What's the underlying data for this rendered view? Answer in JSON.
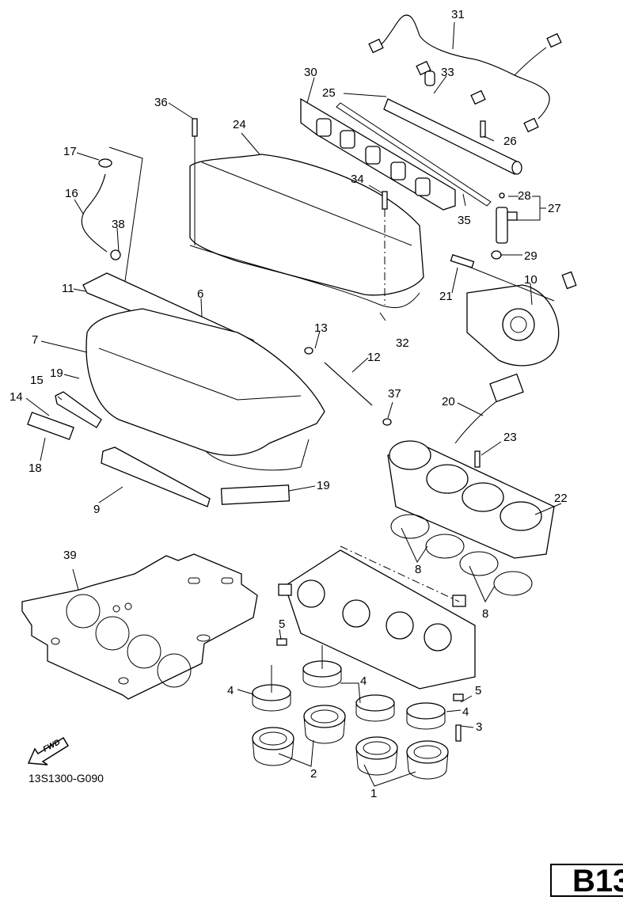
{
  "diagram": {
    "title_code": "13S1300-G090",
    "page_label": "B13",
    "direction_label": "FWD",
    "part_labels": [
      {
        "id": "1",
        "text": "1"
      },
      {
        "id": "2",
        "text": "2"
      },
      {
        "id": "3",
        "text": "3"
      },
      {
        "id": "4a",
        "text": "4"
      },
      {
        "id": "4b",
        "text": "4"
      },
      {
        "id": "4c",
        "text": "4"
      },
      {
        "id": "5a",
        "text": "5"
      },
      {
        "id": "5b",
        "text": "5"
      },
      {
        "id": "6",
        "text": "6"
      },
      {
        "id": "7",
        "text": "7"
      },
      {
        "id": "8a",
        "text": "8"
      },
      {
        "id": "8b",
        "text": "8"
      },
      {
        "id": "9",
        "text": "9"
      },
      {
        "id": "10",
        "text": "10"
      },
      {
        "id": "11",
        "text": "11"
      },
      {
        "id": "12",
        "text": "12"
      },
      {
        "id": "13",
        "text": "13"
      },
      {
        "id": "14",
        "text": "14"
      },
      {
        "id": "15",
        "text": "15"
      },
      {
        "id": "16",
        "text": "16"
      },
      {
        "id": "17",
        "text": "17"
      },
      {
        "id": "18",
        "text": "18"
      },
      {
        "id": "19a",
        "text": "19"
      },
      {
        "id": "19b",
        "text": "19"
      },
      {
        "id": "20",
        "text": "20"
      },
      {
        "id": "21",
        "text": "21"
      },
      {
        "id": "22",
        "text": "22"
      },
      {
        "id": "23",
        "text": "23"
      },
      {
        "id": "24",
        "text": "24"
      },
      {
        "id": "25",
        "text": "25"
      },
      {
        "id": "26",
        "text": "26"
      },
      {
        "id": "27",
        "text": "27"
      },
      {
        "id": "28",
        "text": "28"
      },
      {
        "id": "29",
        "text": "29"
      },
      {
        "id": "30",
        "text": "30"
      },
      {
        "id": "31",
        "text": "31"
      },
      {
        "id": "32",
        "text": "32"
      },
      {
        "id": "33",
        "text": "33"
      },
      {
        "id": "34",
        "text": "34"
      },
      {
        "id": "35",
        "text": "35"
      },
      {
        "id": "36",
        "text": "36"
      },
      {
        "id": "37",
        "text": "37"
      },
      {
        "id": "38",
        "text": "38"
      },
      {
        "id": "39",
        "text": "39"
      }
    ]
  }
}
